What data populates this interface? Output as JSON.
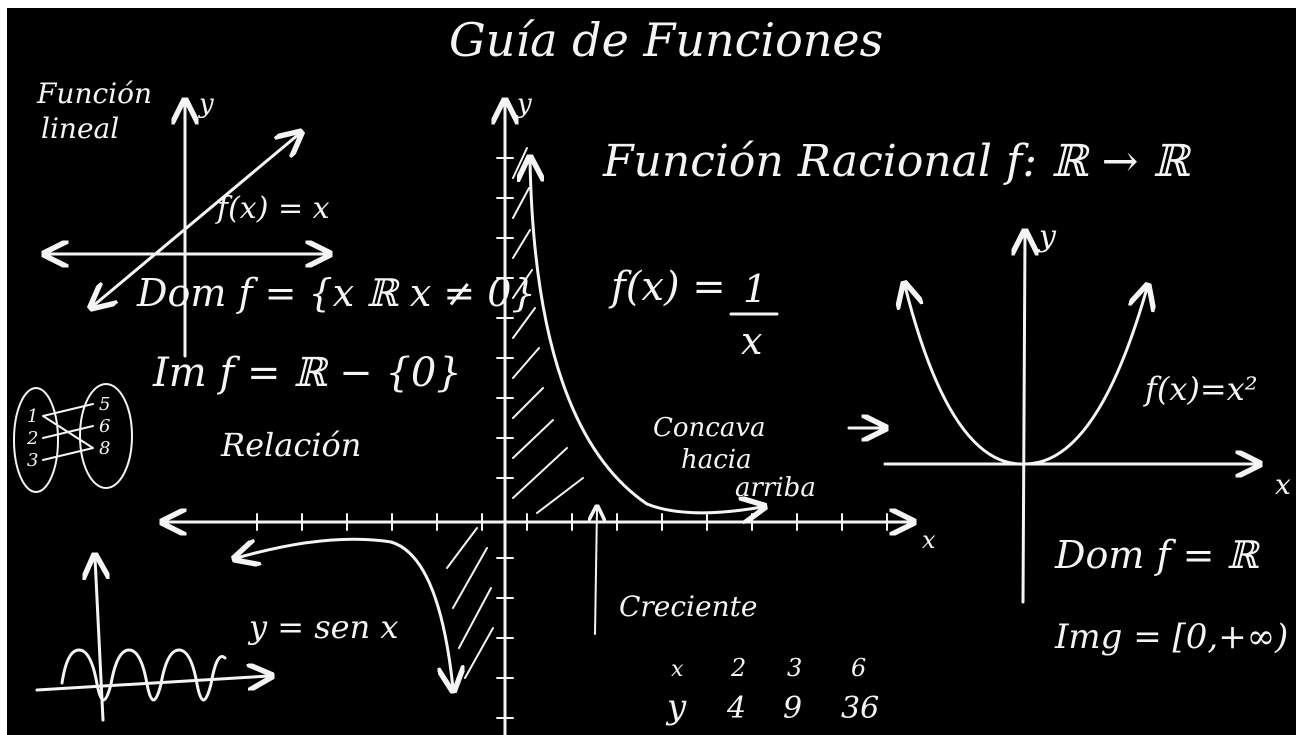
{
  "board": {
    "title": "Guía de Funciones",
    "linear": {
      "heading_line1": "Función",
      "heading_line2": "lineal",
      "axis_y": "y",
      "formula": "f(x) = x"
    },
    "rational": {
      "heading": "Función Racional f: ℝ → ℝ",
      "formula_lhs": "f(x) =",
      "formula_num": "1",
      "formula_den": "x",
      "domain": "Dom f = {x ℝ x ≠ 0}",
      "image": "Im f = ℝ − {0}",
      "axis_x": "x",
      "axis_y": "y",
      "concavity_1": "Concava",
      "concavity_2": "hacia",
      "concavity_3": "arriba",
      "growing": "Creciente"
    },
    "relation": {
      "label": "Relación",
      "left_set": [
        "1",
        "2",
        "3"
      ],
      "right_set": [
        "5",
        "6",
        "8"
      ]
    },
    "sine": {
      "formula": "y = sen x"
    },
    "quadratic": {
      "axis_x": "x",
      "axis_y": "y",
      "formula": "f(x)=x²",
      "domain": "Dom f = ℝ",
      "image": "Img = [0,+∞)"
    },
    "table": {
      "row_x_label": "x",
      "row_x": [
        "2",
        "3",
        "6"
      ],
      "row_y_label": "y",
      "row_y": [
        "4",
        "9",
        "36"
      ]
    }
  }
}
